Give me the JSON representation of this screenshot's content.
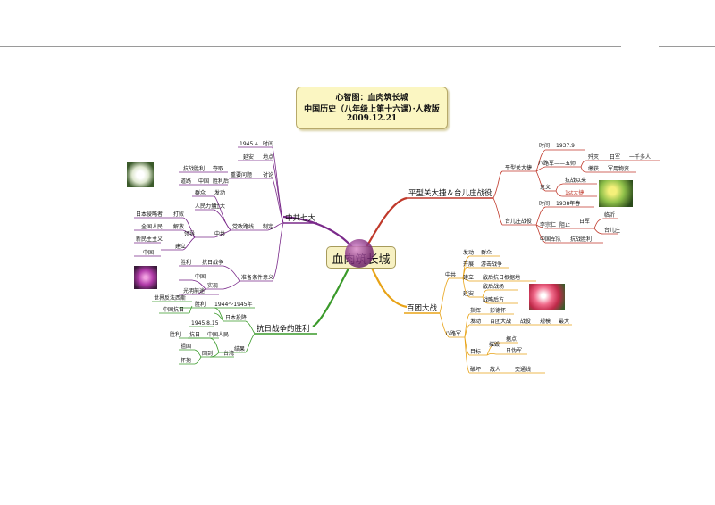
{
  "title": {
    "line1": "心智图：血肉筑长城",
    "line2": "中国历史（八年级上第十六课）·人教版",
    "line3": "2009.12.21"
  },
  "center": "血肉筑长城",
  "branches": {
    "cpc": "中共七大",
    "pingxing": "平型关大捷＆台儿庄战役",
    "baituan": "百团大战",
    "victory": "抗日战争的胜利"
  },
  "labels": [
    {
      "id": "a1",
      "text": "1945.4"
    },
    {
      "id": "a2",
      "text": "时间"
    },
    {
      "id": "a3",
      "text": "延安"
    },
    {
      "id": "a4",
      "text": "地点"
    },
    {
      "id": "a5",
      "text": "抗战胜利"
    },
    {
      "id": "a6",
      "text": "夺取"
    },
    {
      "id": "a7",
      "text": "重要问题"
    },
    {
      "id": "a8",
      "text": "讨论"
    },
    {
      "id": "a9",
      "text": "道路"
    },
    {
      "id": "a10",
      "text": "中国"
    },
    {
      "id": "a11",
      "text": "胜利后"
    },
    {
      "id": "a12",
      "text": "群众"
    },
    {
      "id": "a13",
      "text": "发动"
    },
    {
      "id": "a14",
      "text": "人民力量"
    },
    {
      "id": "a15",
      "text": "壮大"
    },
    {
      "id": "a16",
      "text": "党政路线"
    },
    {
      "id": "a17",
      "text": "制定"
    },
    {
      "id": "a18",
      "text": "日本侵略者"
    },
    {
      "id": "a19",
      "text": "打败"
    },
    {
      "id": "a20",
      "text": "全国人民"
    },
    {
      "id": "a21",
      "text": "解放"
    },
    {
      "id": "a22",
      "text": "领导"
    },
    {
      "id": "a23",
      "text": "中共"
    },
    {
      "id": "a24",
      "text": "新民主主义"
    },
    {
      "id": "a25",
      "text": "建立"
    },
    {
      "id": "a26",
      "text": "中国"
    },
    {
      "id": "a27",
      "text": "胜利"
    },
    {
      "id": "a28",
      "text": "抗日战争"
    },
    {
      "id": "a29",
      "text": "准备条件"
    },
    {
      "id": "a30",
      "text": "意义"
    },
    {
      "id": "a31",
      "text": "中国"
    },
    {
      "id": "a32",
      "text": "实现"
    },
    {
      "id": "a33",
      "text": "光明前途"
    },
    {
      "id": "b1",
      "text": "时间"
    },
    {
      "id": "b2",
      "text": "1937.9"
    },
    {
      "id": "b3",
      "text": "平型关大捷"
    },
    {
      "id": "b4",
      "text": "八路军——五师"
    },
    {
      "id": "b5",
      "text": "歼灭"
    },
    {
      "id": "b6",
      "text": "日军"
    },
    {
      "id": "b7",
      "text": "一千多人"
    },
    {
      "id": "b8",
      "text": "缴获"
    },
    {
      "id": "b9",
      "text": "军用物资"
    },
    {
      "id": "b10",
      "text": "抗战以来"
    },
    {
      "id": "b11",
      "text": "意义"
    },
    {
      "id": "b12",
      "text": "1st大捷"
    },
    {
      "id": "b13",
      "text": "时间"
    },
    {
      "id": "b14",
      "text": "1938年春"
    },
    {
      "id": "b15",
      "text": "台儿庄战役"
    },
    {
      "id": "b16",
      "text": "李宗仁"
    },
    {
      "id": "b17",
      "text": "阻止"
    },
    {
      "id": "b18",
      "text": "日军"
    },
    {
      "id": "b19",
      "text": "临沂"
    },
    {
      "id": "b20",
      "text": "台儿庄"
    },
    {
      "id": "b21",
      "text": "中国军队"
    },
    {
      "id": "b22",
      "text": "抗战胜利"
    },
    {
      "id": "c1",
      "text": "发动"
    },
    {
      "id": "c2",
      "text": "群众"
    },
    {
      "id": "c3",
      "text": "开展"
    },
    {
      "id": "c4",
      "text": "游击战争"
    },
    {
      "id": "c5",
      "text": "中共"
    },
    {
      "id": "c6",
      "text": "建立"
    },
    {
      "id": "c7",
      "text": "敌后抗日根据地"
    },
    {
      "id": "c8",
      "text": "敌后战场"
    },
    {
      "id": "c9",
      "text": "战略后方"
    },
    {
      "id": "c10",
      "text": "延安"
    },
    {
      "id": "c11",
      "text": "指挥"
    },
    {
      "id": "c12",
      "text": "彭德怀"
    },
    {
      "id": "c13",
      "text": "发动"
    },
    {
      "id": "c14",
      "text": "百团大战"
    },
    {
      "id": "c15",
      "text": "战役"
    },
    {
      "id": "c16",
      "text": "规模"
    },
    {
      "id": "c17",
      "text": "最大"
    },
    {
      "id": "c18",
      "text": "八路军"
    },
    {
      "id": "c19",
      "text": "据点"
    },
    {
      "id": "c20",
      "text": "日伪军"
    },
    {
      "id": "c21",
      "text": "目标"
    },
    {
      "id": "c22",
      "text": "摧毁"
    },
    {
      "id": "c23",
      "text": "破坏"
    },
    {
      "id": "c24",
      "text": "敌人"
    },
    {
      "id": "c25",
      "text": "交通线"
    },
    {
      "id": "d1",
      "text": "世界反法西斯"
    },
    {
      "id": "d2",
      "text": "胜利"
    },
    {
      "id": "d3",
      "text": "1944～1945年"
    },
    {
      "id": "d4",
      "text": "中国抗日"
    },
    {
      "id": "d5",
      "text": "日本投降"
    },
    {
      "id": "d6",
      "text": "1945.8.15"
    },
    {
      "id": "d7",
      "text": "中国人民"
    },
    {
      "id": "d8",
      "text": "胜利"
    },
    {
      "id": "d9",
      "text": "抗日"
    },
    {
      "id": "d10",
      "text": "结果"
    },
    {
      "id": "d11",
      "text": "回到"
    },
    {
      "id": "d12",
      "text": "台湾"
    },
    {
      "id": "d13",
      "text": "祖国"
    },
    {
      "id": "d14",
      "text": "怀抱"
    }
  ]
}
